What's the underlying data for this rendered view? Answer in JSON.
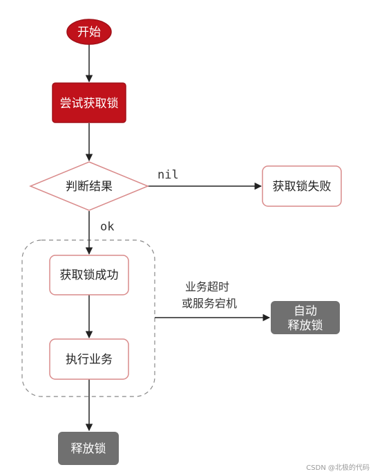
{
  "nodes": {
    "start": "开始",
    "try_lock": "尝试获取锁",
    "judge": "判断结果",
    "lock_fail": "获取锁失败",
    "lock_success": "获取锁成功",
    "execute": "执行业务",
    "auto_release": [
      "自动",
      "释放锁"
    ],
    "release": "释放锁"
  },
  "edges": {
    "nil": "nil",
    "ok": "ok",
    "timeout": [
      "业务超时",
      "或服务宕机"
    ]
  },
  "watermark": "CSDN @北极的代码",
  "colors": {
    "red_fill": "#c0121b",
    "red_stroke": "#b01c22",
    "outline_red": "#d98a8a",
    "gray_fill": "#707070",
    "line": "#222222"
  }
}
